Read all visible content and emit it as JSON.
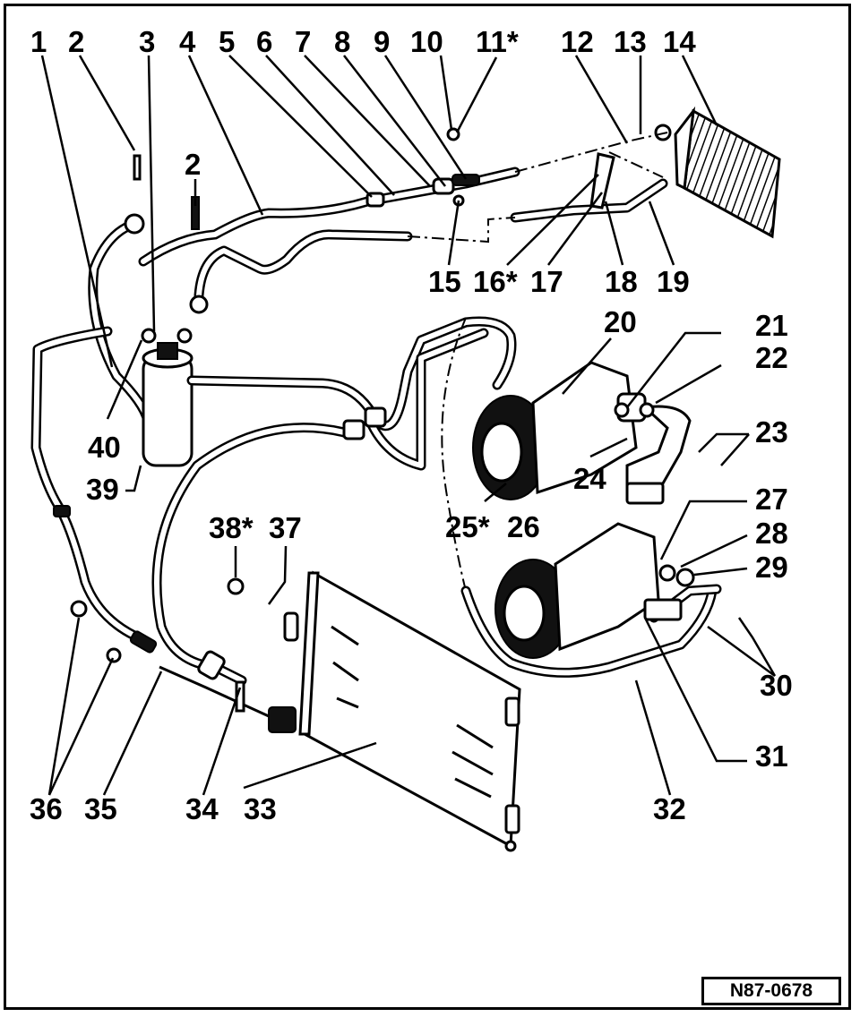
{
  "diagram": {
    "labels": {
      "l1": "1",
      "l2a": "2",
      "l2b": "2",
      "l3": "3",
      "l4": "4",
      "l5": "5",
      "l6": "6",
      "l7": "7",
      "l8": "8",
      "l9": "9",
      "l10": "10",
      "l11": "11*",
      "l12": "12",
      "l13": "13",
      "l14": "14",
      "l15": "15",
      "l16": "16*",
      "l17": "17",
      "l18": "18",
      "l19": "19",
      "l20": "20",
      "l21": "21",
      "l22": "22",
      "l23": "23",
      "l24": "24",
      "l25": "25*",
      "l26": "26",
      "l27": "27",
      "l28": "28",
      "l29": "29",
      "l30": "30",
      "l31": "31",
      "l32": "32",
      "l33": "33",
      "l34": "34",
      "l35": "35",
      "l36": "36",
      "l37": "37",
      "l38": "38*",
      "l39": "39",
      "l40": "40"
    },
    "reference": "N87-0678"
  }
}
